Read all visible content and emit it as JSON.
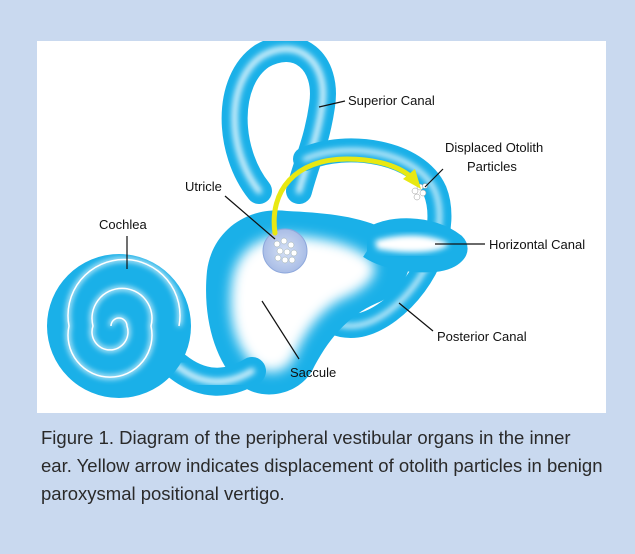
{
  "labels": {
    "superior_canal": "Superior Canal",
    "displaced_otolith_line1": "Displaced Otolith",
    "displaced_otolith_line2": "Particles",
    "utricle": "Utricle",
    "cochlea": "Cochlea",
    "horizontal_canal": "Horizontal Canal",
    "posterior_canal": "Posterior Canal",
    "saccule": "Saccule"
  },
  "caption": "Figure 1.  Diagram of the peripheral vestibular organs in the inner ear. Yellow arrow indicates displacement of otolith particles in benign paroxysmal positional vertigo.",
  "colors": {
    "panel_background": "#c9d9ef",
    "canal_blue": "#1ab0e8",
    "canal_core": "#ffffff",
    "arrow_yellow": "#e8e812",
    "utricle_fill": "#b8c9ec"
  }
}
